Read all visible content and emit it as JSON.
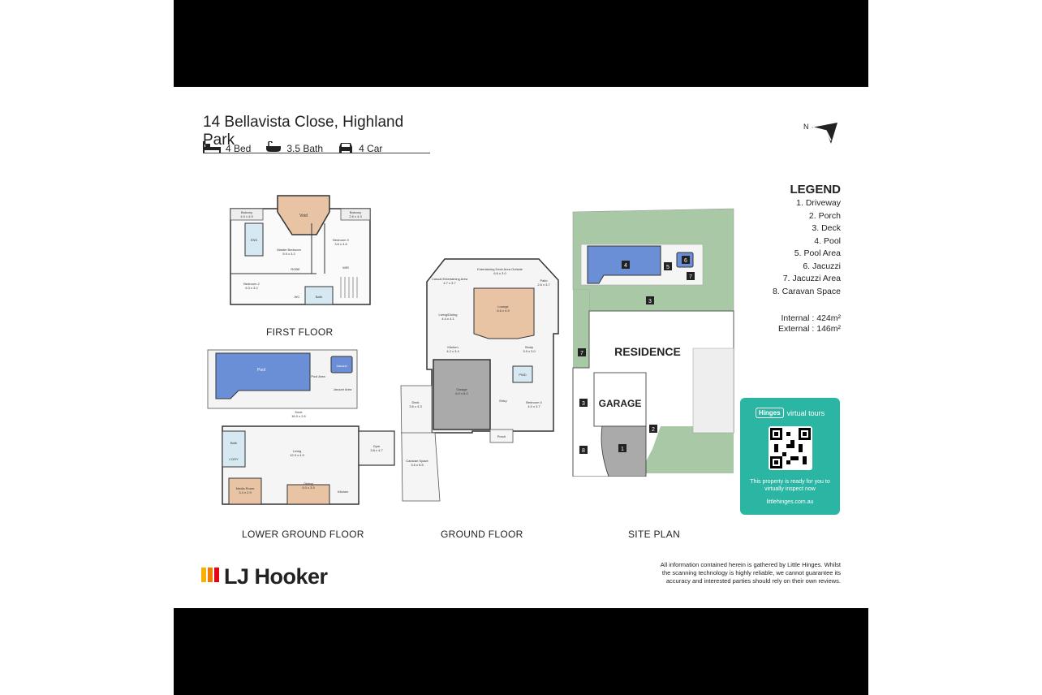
{
  "header": {
    "title": "14 Bellavista Close, Highland Park",
    "features": [
      {
        "icon": "bed-icon",
        "label": "4 Bed"
      },
      {
        "icon": "bath-icon",
        "label": "3.5 Bath"
      },
      {
        "icon": "car-icon",
        "label": "4 Car"
      }
    ],
    "north_label": "N"
  },
  "legend": {
    "title": "LEGEND",
    "items": [
      "1. Driveway",
      "2. Porch",
      "3. Deck",
      "4. Pool",
      "5. Pool Area",
      "6. Jacuzzi",
      "7. Jacuzzi Area",
      "8. Caravan Space"
    ]
  },
  "areas": {
    "internal": "Internal  : 424m²",
    "external": "External : 146m²"
  },
  "floors": {
    "first": "FIRST FLOOR",
    "lower": "LOWER GROUND FLOOR",
    "ground": "GROUND FLOOR",
    "site": "SITE PLAN"
  },
  "rooms": {
    "first": {
      "void": "Void",
      "balcony1": "Balcony",
      "balcony1_dim": "4.0 x 4.5",
      "balcony2": "Balcony",
      "balcony2_dim": "2.6 x 4.3",
      "master": "Master Bedroom",
      "master_dim": "5.9 x 3.2",
      "bed3": "Bedroom 3",
      "bed3_dim": "3.6 x 4.6",
      "bed2": "Bedroom 2",
      "bed2_dim": "6.3 x 3.2",
      "ens": "ENS",
      "wir": "WIR",
      "robe": "ROBE",
      "bath": "Bath",
      "wc": "WC"
    },
    "lower": {
      "pool": "Pool",
      "jacuzzi": "Jacuzzi",
      "pool_area": "Pool Area",
      "jacuzzi_area": "Jacuzzi Area",
      "deck": "Deck",
      "deck_dim": "16.0 x 2.6",
      "living": "Living",
      "living_dim": "12.0 x 4.9",
      "gym": "Gym",
      "gym_dim": "3.8 x 4.7",
      "media": "Media Room",
      "media_dim": "3.4 x 2.9",
      "dining": "Dining",
      "dining_dim": "5.0 x 3.5",
      "bath": "Bath",
      "ldry": "L'DRY",
      "kitchen": "Kitchen"
    },
    "ground": {
      "ent_outside": "Entertaining Deck Area Outside",
      "ent_outside_dim": "6.6 x 3.0",
      "casual": "Casual Entertaining Area",
      "casual_dim": "4.7 x 3.7",
      "patio": "Patio",
      "patio_dim": "2.6 x 3.7",
      "lounge": "Lounge",
      "lounge_dim": "6.6 x 4.9",
      "living": "Living/Dining",
      "living_dim": "4.4 x 4.1",
      "kitchen": "Kitchen",
      "kitchen_dim": "4.2 x 3.4",
      "study": "Study",
      "study_dim": "3.9 x 3.0",
      "garage": "Garage",
      "garage_dim": "6.0 x 6.0",
      "pwd": "PWD",
      "bed4": "Bedroom 4",
      "bed4_dim": "4.0 x 3.7",
      "entry": "Entry",
      "porch": "Porch",
      "deck": "Deck",
      "deck_dim": "3.6 x 4.3",
      "caravan": "Caravan Space",
      "caravan_dim": "3.6 x 8.5"
    },
    "site": {
      "residence": "RESIDENCE",
      "garage": "GARAGE",
      "markers": [
        "1",
        "2",
        "3",
        "3",
        "4",
        "5",
        "6",
        "7",
        "7",
        "8"
      ]
    }
  },
  "virtual_tour": {
    "brand": "Hinges",
    "brand_suffix": "virtual tours",
    "message": "This property is ready for you to virtually inspect now",
    "site": "littlehinges.com.au"
  },
  "agency": {
    "name": "LJ Hooker"
  },
  "disclaimer": "All information contained herein is gathered by Little Hinges. Whilst the scanning technology is highly reliable, we cannot guarantee its accuracy and interested parties should rely on their own reviews."
}
